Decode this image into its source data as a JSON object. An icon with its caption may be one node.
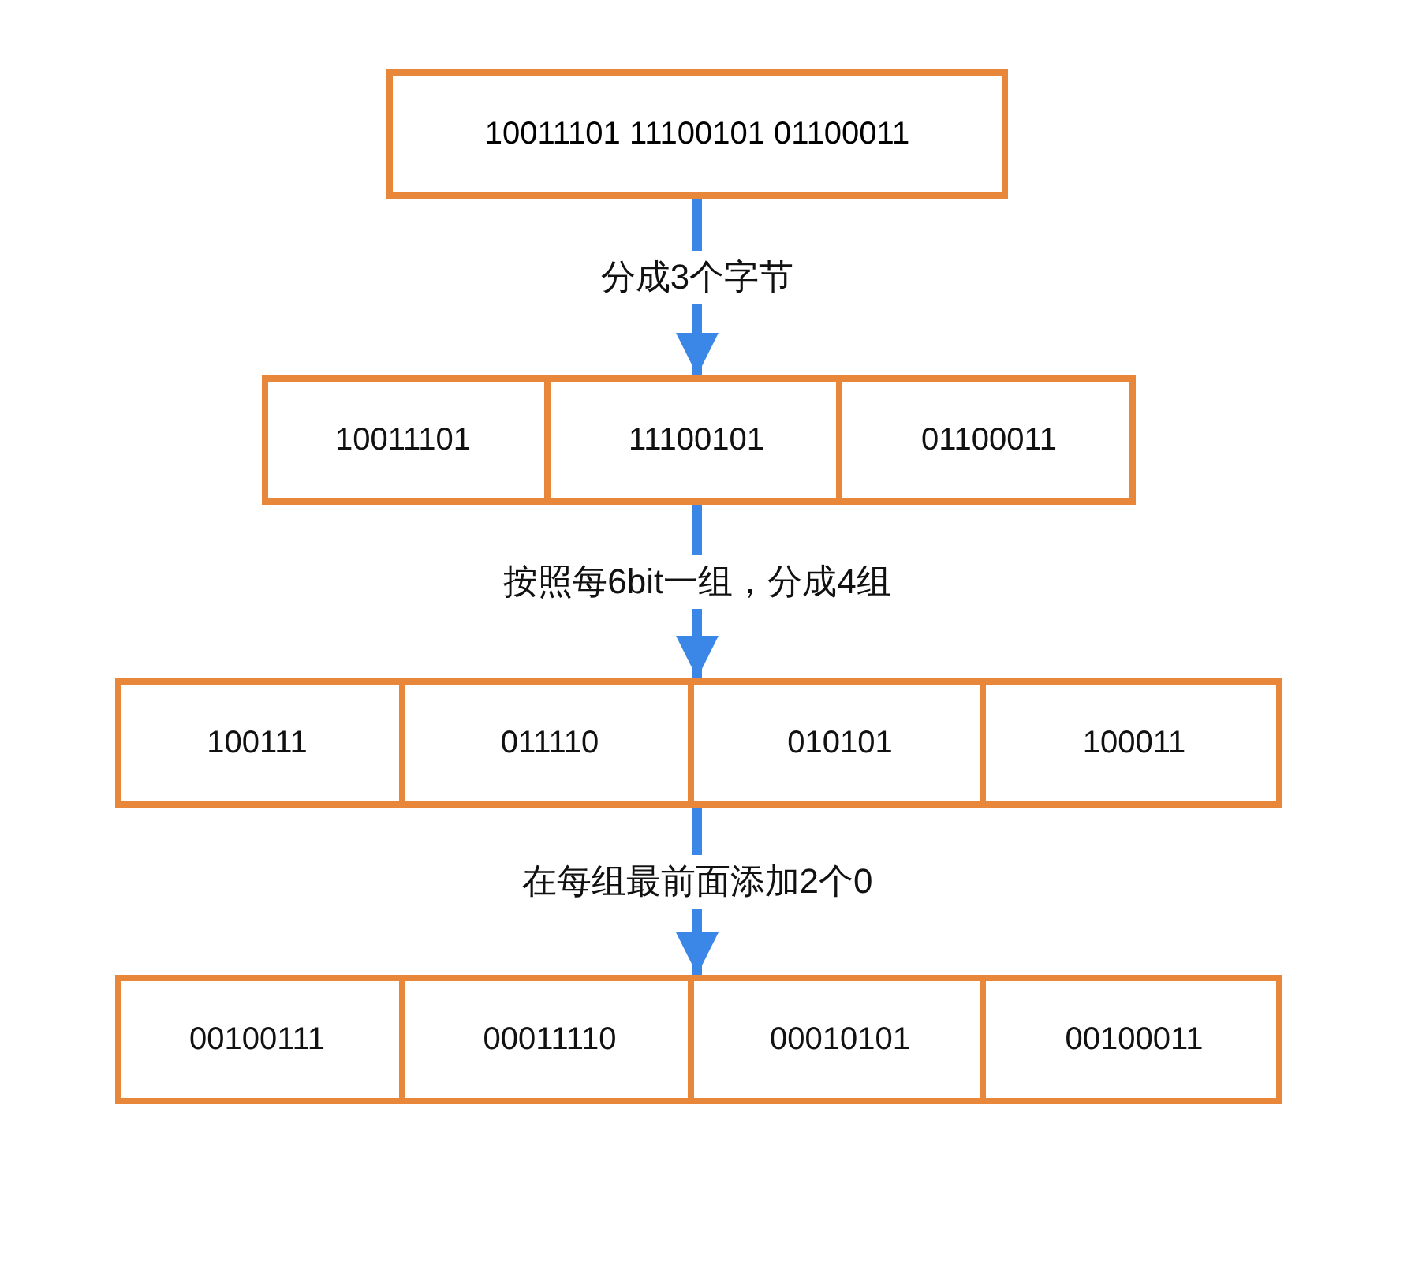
{
  "diagram": {
    "nodes": [
      {
        "text": [
          "10011101 11100101 01100011"
        ]
      },
      {
        "text": [],
        "shape": "box"
      },
      {
        "text": [
          "10011101"
        ],
        "in": 1
      },
      {
        "text": [
          "11100101"
        ],
        "in": 1
      },
      {
        "text": [
          "01100011"
        ],
        "in": 1
      },
      {
        "text": [],
        "shape": "box"
      },
      {
        "text": [
          "100111"
        ],
        "in": 5
      },
      {
        "text": [
          "011110"
        ],
        "in": 5
      },
      {
        "text": [
          "010101"
        ],
        "in": 5
      },
      {
        "text": [
          "100011"
        ],
        "in": 5
      },
      {
        "text": [],
        "shape": "box"
      },
      {
        "text": [
          "00100111"
        ],
        "in": 10
      },
      {
        "text": [
          "00011110"
        ],
        "in": 10
      },
      {
        "text": [
          "00010101"
        ],
        "in": 10
      },
      {
        "text": [
          "00100011"
        ],
        "in": 10
      }
    ],
    "edges": [
      {
        "from": 0,
        "to": 1,
        "arrow": "to",
        "label": "分成3个字节"
      },
      {
        "from": 1,
        "to": 5,
        "arrow": "to",
        "label": "按照每6bit一组，分成4组"
      },
      {
        "from": 5,
        "to": 10,
        "arrow": "to",
        "label": "在每组最前面添加2个0"
      }
    ]
  }
}
